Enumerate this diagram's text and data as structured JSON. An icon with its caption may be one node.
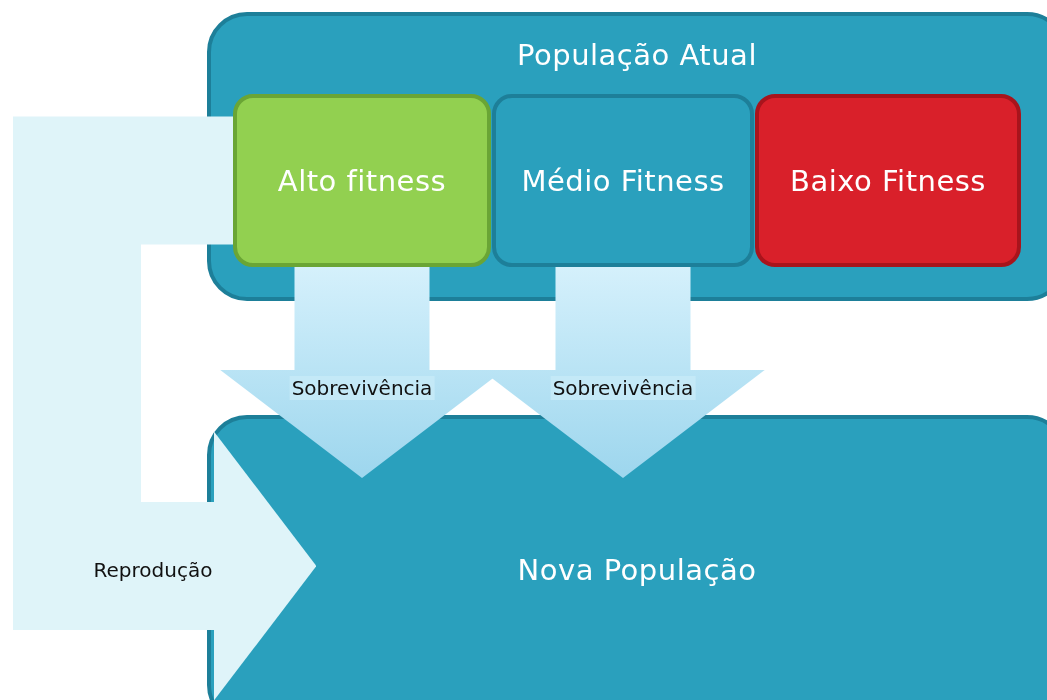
{
  "diagram": {
    "nodes": [
      {
        "text": [
          "População Atual"
        ]
      },
      {
        "text": [
          "Alto fitness"
        ],
        "in": 0
      },
      {
        "text": [
          "Médio Fitness"
        ],
        "in": 0
      },
      {
        "text": [
          "Baixo Fitness"
        ],
        "in": 0
      },
      {
        "text": [
          "Nova População"
        ]
      }
    ],
    "edges": [
      {
        "from": 1,
        "to": 4,
        "arrow": "to",
        "label": "Sobrevivência"
      },
      {
        "from": 2,
        "to": 4,
        "arrow": "to",
        "label": "Sobrevivência"
      },
      {
        "from": 1,
        "to": 4,
        "arrow": "to",
        "label": "Reprodução",
        "color": "#dff4f9"
      }
    ]
  }
}
